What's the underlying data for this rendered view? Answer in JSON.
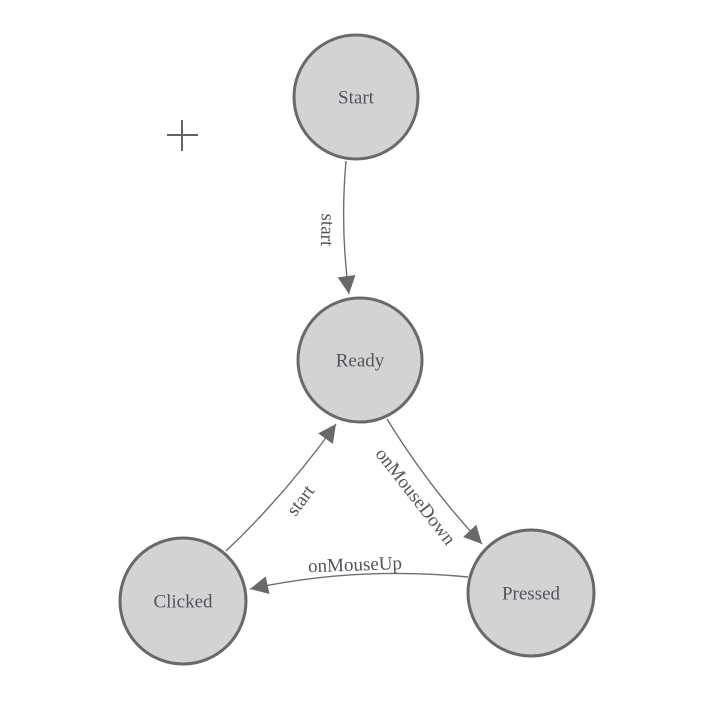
{
  "diagram": {
    "type": "finite-state-machine",
    "colors": {
      "node_fill": "#d3d3d3",
      "node_stroke": "#696969",
      "edge_stroke": "#6e6e6e",
      "arrowhead_fill": "#696969",
      "label_text": "#51555a",
      "background": "#ffffff"
    },
    "nodes": [
      {
        "id": "start",
        "label": "Start"
      },
      {
        "id": "ready",
        "label": "Ready"
      },
      {
        "id": "clicked",
        "label": "Clicked"
      },
      {
        "id": "pressed",
        "label": "Pressed"
      }
    ],
    "edges": [
      {
        "from": "start",
        "to": "ready",
        "label": "start"
      },
      {
        "from": "ready",
        "to": "pressed",
        "label": "onMouseDown"
      },
      {
        "from": "pressed",
        "to": "clicked",
        "label": "onMouseUp"
      },
      {
        "from": "clicked",
        "to": "ready",
        "label": "start"
      }
    ]
  }
}
